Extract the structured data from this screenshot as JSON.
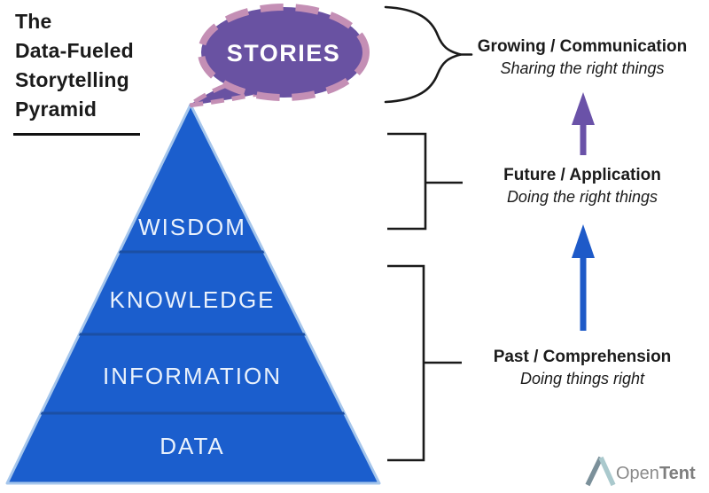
{
  "title": {
    "lines": [
      "The",
      "Data-Fueled",
      "Storytelling",
      "Pyramid"
    ]
  },
  "bubble": {
    "label": "STORIES"
  },
  "pyramid": {
    "layers": [
      "WISDOM",
      "KNOWLEDGE",
      "INFORMATION",
      "DATA"
    ]
  },
  "annotations": [
    {
      "heading": "Growing / Communication",
      "subtext": "Sharing the right things"
    },
    {
      "heading": "Future / Application",
      "subtext": "Doing the right things"
    },
    {
      "heading": "Past / Comprehension",
      "subtext": "Doing things right"
    }
  ],
  "logo": {
    "name_regular": "Open",
    "name_bold": "Tent"
  },
  "colors": {
    "pyramid_fill": "#1b5ecd",
    "pyramid_border": "#a5c6ec",
    "pyramid_divider": "#1b4fa4",
    "bubble_fill": "#6952a2",
    "bubble_dash": "#c48fb5",
    "arrow_purple": "#6a52a8",
    "arrow_blue": "#1e5ac8",
    "bracket": "#1a1a1a",
    "text": "#1b1b1b",
    "logo_gray": "#8a8a8a"
  }
}
